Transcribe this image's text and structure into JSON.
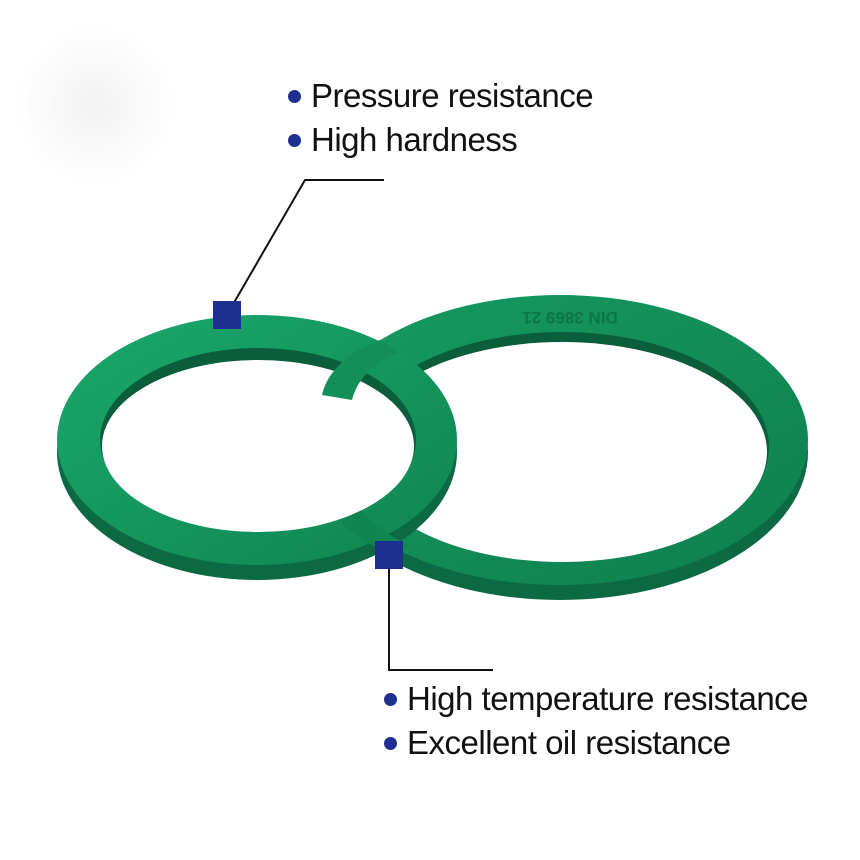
{
  "callouts": {
    "top": {
      "items": [
        "Pressure resistance",
        "High hardness"
      ]
    },
    "bottom": {
      "items": [
        "High temperature resistance",
        "Excellent oil resistance"
      ]
    }
  },
  "seal_marking": "DIN 3869 21",
  "colors": {
    "ring_green": "#16925f",
    "ring_green_dark": "#0b6a43",
    "marker_blue": "#1f2f8f"
  }
}
